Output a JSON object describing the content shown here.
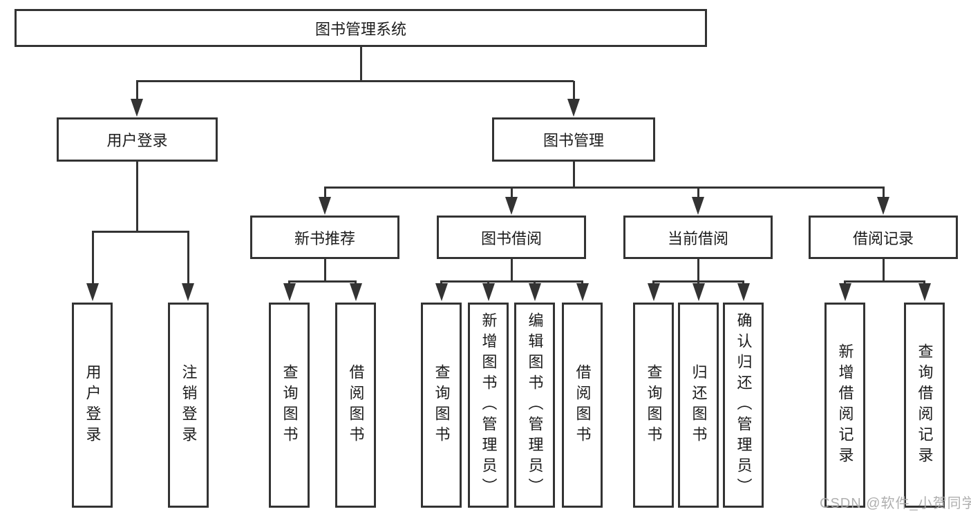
{
  "nodes": {
    "root": "图书管理系统",
    "level2": [
      "用户登录",
      "图书管理"
    ],
    "level3": [
      "新书推荐",
      "图书借阅",
      "当前借阅",
      "借阅记录"
    ],
    "leaves": [
      "用户登录",
      "注销登录",
      "查询图书",
      "借阅图书",
      "查询图书",
      "新增图书（管理员）",
      "编辑图书（管理员）",
      "借阅图书",
      "查询图书",
      "归还图书",
      "确认归还（管理员）",
      "新增借阅记录",
      "查询借阅记录"
    ]
  },
  "colors": {
    "line": "#333333",
    "text": "#1c1c1c",
    "watermark": "#a8a8a8"
  },
  "watermark": "CSDN @软件_小贺同学"
}
